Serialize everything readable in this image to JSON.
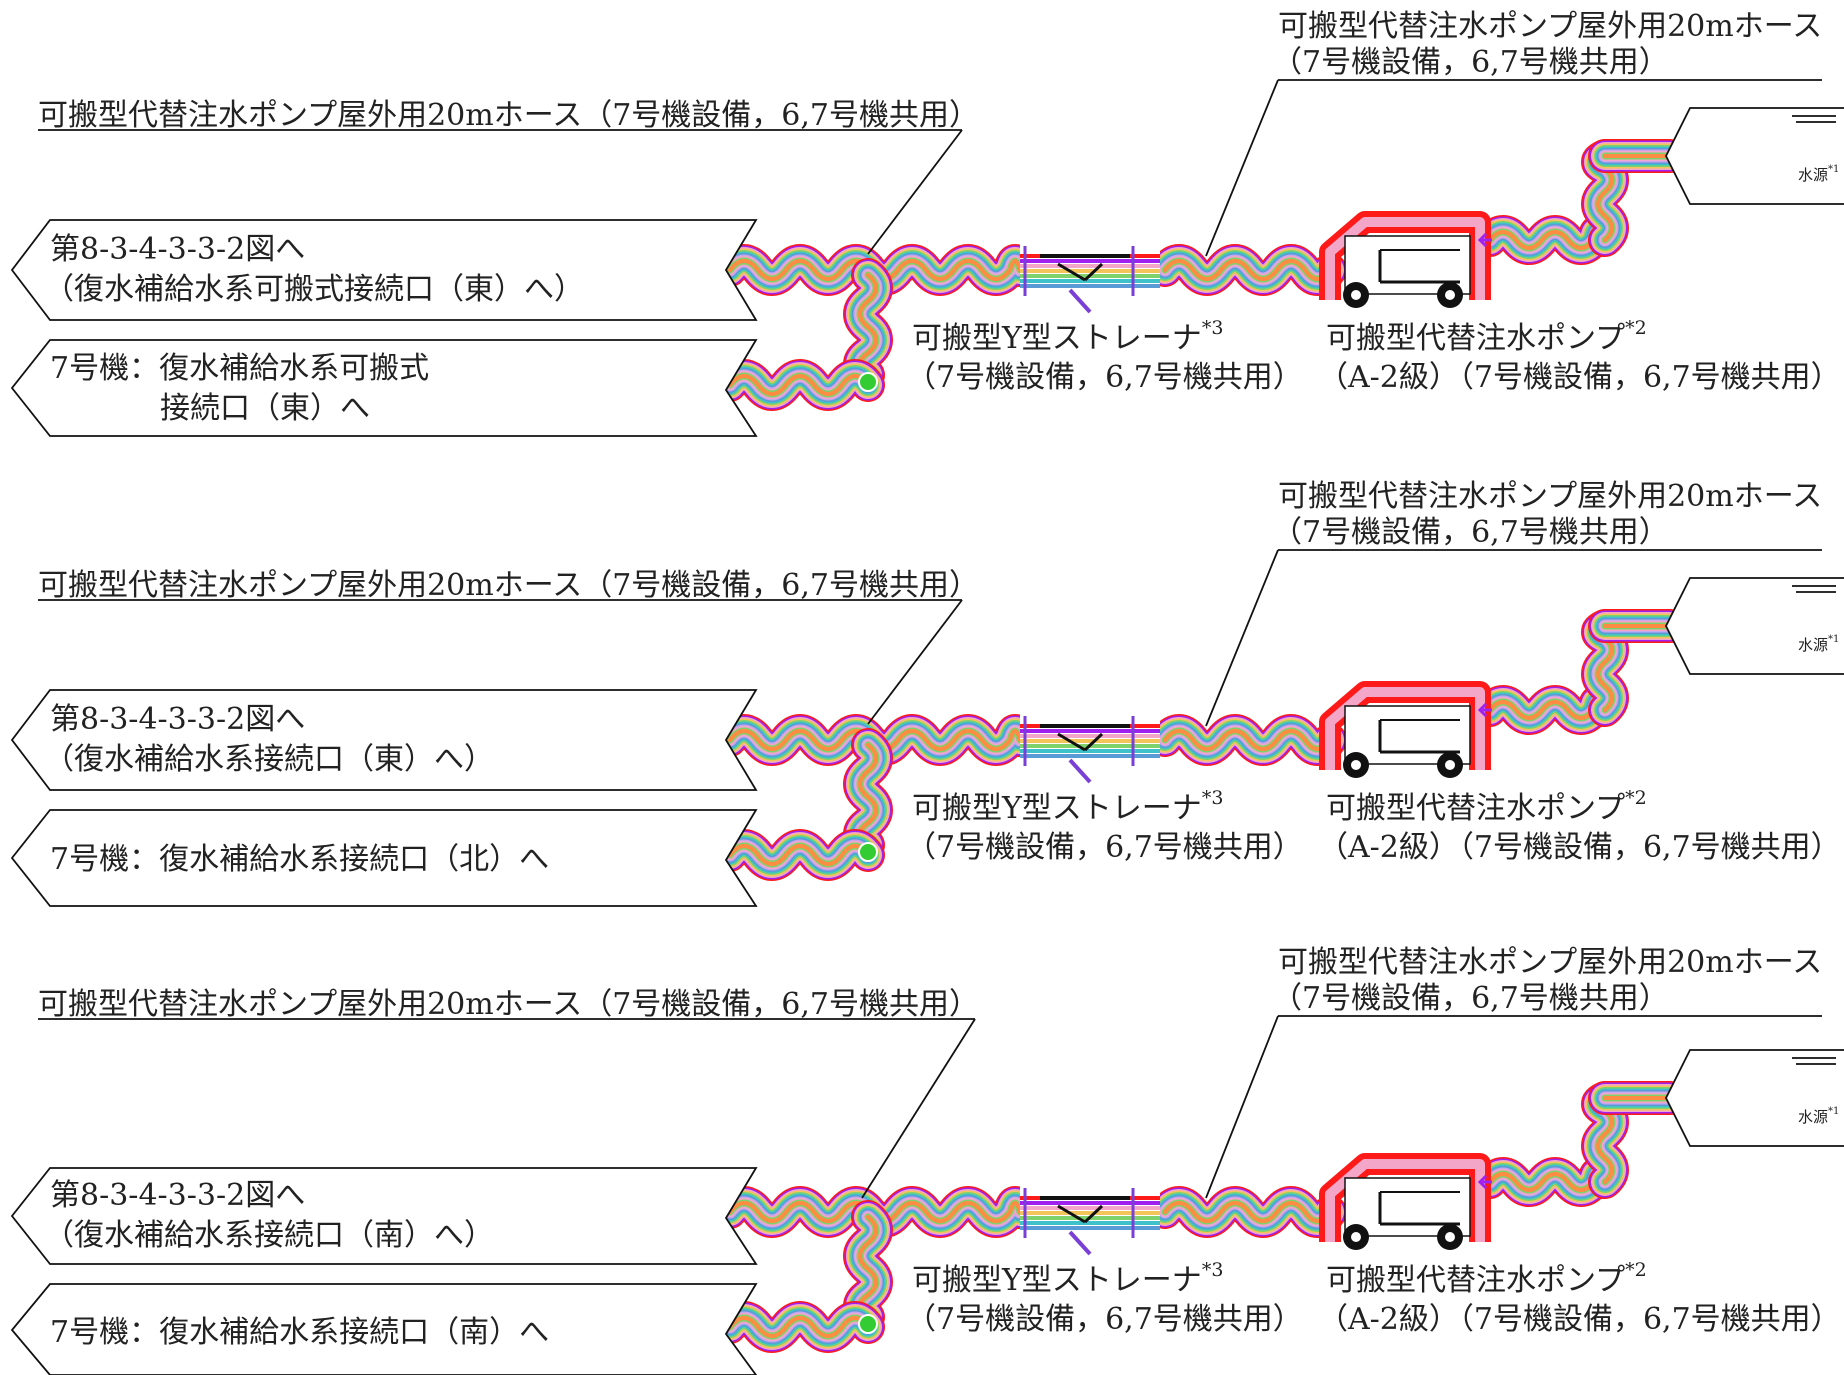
{
  "colors": {
    "hose_stripes": [
      "#ff1a1a",
      "#a020f0",
      "#f4a6c8",
      "#f2c45a",
      "#7fd26b",
      "#3fc1c9",
      "#5b9bd5",
      "#c7a6f0",
      "#f4a6c8",
      "#7fd26b",
      "#ff8c42"
    ],
    "hose_outer": "#ff1a1a",
    "hose_bottom": "#a020f0",
    "end_circle": "#33cc33",
    "pump_frame": "#ff1a1a"
  },
  "icons": [
    "water-tank-icon",
    "pump-truck-icon",
    "y-strainer-icon",
    "hose-icon"
  ],
  "panels": [
    {
      "hose_label_left": "可搬型代替注水ポンプ屋外用20mホース（7号機設備，6,7号機共用）",
      "hose_label_right_line1": "可搬型代替注水ポンプ屋外用20mホース",
      "hose_label_right_line2": "（7号機設備，6,7号機共用）",
      "arrow1_line1": "第8-3-4-3-3-2図へ",
      "arrow1_line2": "（復水補給水系可搬式接続口（東）へ）",
      "arrow2_line1": "7号機：復水補給水系可搬式",
      "arrow2_line2": "接続口（東）へ",
      "strainer_label_line1": "可搬型Y型ストレーナ",
      "strainer_sup": "*3",
      "strainer_label_line2": "（7号機設備，6,7号機共用）",
      "pump_label_line1": "可搬型代替注水ポンプ",
      "pump_sup": "*2",
      "pump_label_line2": "（A-2級）（7号機設備，6,7号機共用）",
      "water_source": "水源",
      "water_source_sup": "*1"
    },
    {
      "hose_label_left": "可搬型代替注水ポンプ屋外用20mホース（7号機設備，6,7号機共用）",
      "hose_label_right_line1": "可搬型代替注水ポンプ屋外用20mホース",
      "hose_label_right_line2": "（7号機設備，6,7号機共用）",
      "arrow1_line1": "第8-3-4-3-3-2図へ",
      "arrow1_line2": "（復水補給水系接続口（東）へ）",
      "arrow2_line1": "7号機：復水補給水系接続口（北）へ",
      "arrow2_line2": "",
      "strainer_label_line1": "可搬型Y型ストレーナ",
      "strainer_sup": "*3",
      "strainer_label_line2": "（7号機設備，6,7号機共用）",
      "pump_label_line1": "可搬型代替注水ポンプ",
      "pump_sup": "*2",
      "pump_label_line2": "（A-2級）（7号機設備，6,7号機共用）",
      "water_source": "水源",
      "water_source_sup": "*1"
    },
    {
      "hose_label_left": "可搬型代替注水ポンプ屋外用20mホース（7号機設備，6,7号機共用）",
      "hose_label_right_line1": "可搬型代替注水ポンプ屋外用20mホース",
      "hose_label_right_line2": "（7号機設備，6,7号機共用）",
      "arrow1_line1": "第8-3-4-3-3-2図へ",
      "arrow1_line2": "（復水補給水系接続口（南）へ）",
      "arrow2_line1": "7号機：復水補給水系接続口（南）へ",
      "arrow2_line2": "",
      "strainer_label_line1": "可搬型Y型ストレーナ",
      "strainer_sup": "*3",
      "strainer_label_line2": "（7号機設備，6,7号機共用）",
      "pump_label_line1": "可搬型代替注水ポンプ",
      "pump_sup": "*2",
      "pump_label_line2": "（A-2級）（7号機設備，6,7号機共用）",
      "water_source": "水源",
      "water_source_sup": "*1"
    }
  ]
}
